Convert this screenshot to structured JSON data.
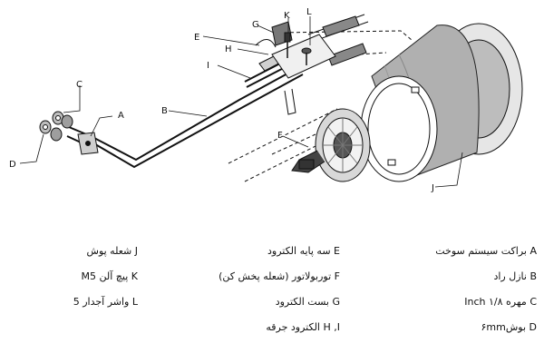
{
  "callouts": {
    "A": "A",
    "B": "B",
    "C": "C",
    "D": "D",
    "E": "E",
    "F": "F",
    "G": "G",
    "H": "H",
    "I": "I",
    "J": "J",
    "K": "K",
    "L": "L"
  },
  "legend": [
    {
      "id": "A",
      "text": "A براکت سیستم سوخت"
    },
    {
      "id": "B",
      "text": "B نازل راد"
    },
    {
      "id": "C",
      "text": "C  مهره  Inch ۱/۸"
    },
    {
      "id": "D",
      "text": "D بوش۶mm"
    },
    {
      "id": "E",
      "text": "E سه پایه الکترود"
    },
    {
      "id": "F",
      "text": "F توربولاتور (شعله پخش کن)"
    },
    {
      "id": "G",
      "text": "G بست الکترود"
    },
    {
      "id": "HI",
      "text": "H ,I  الکترود جرقه"
    },
    {
      "id": "J",
      "text": "J شعله پوش"
    },
    {
      "id": "K",
      "text": "K پیچ آلن M5"
    },
    {
      "id": "L",
      "text": "L واشر آجدار 5"
    }
  ]
}
